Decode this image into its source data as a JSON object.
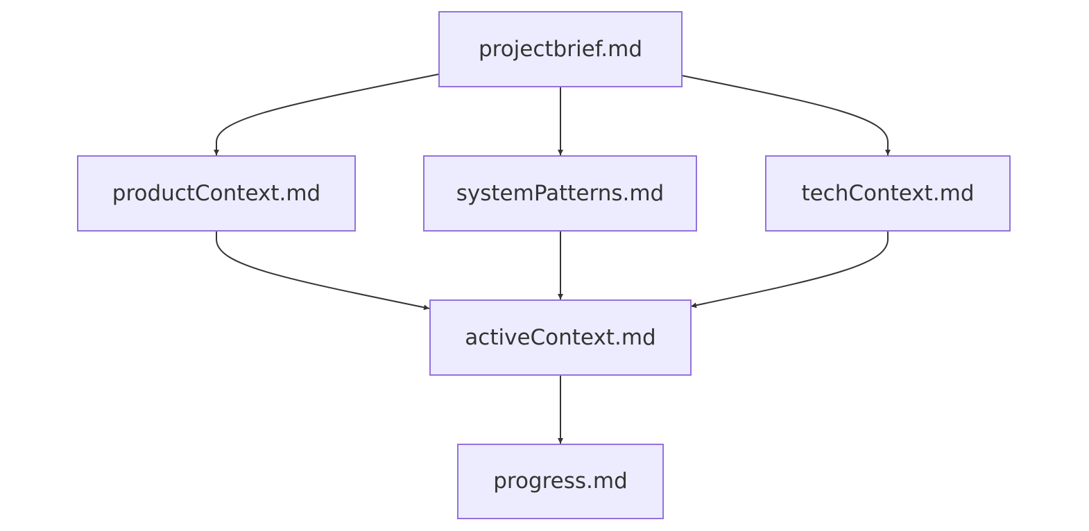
{
  "diagram": {
    "type": "flowchart",
    "nodes": [
      {
        "id": "projectbrief",
        "label": "projectbrief.md"
      },
      {
        "id": "productContext",
        "label": "productContext.md"
      },
      {
        "id": "systemPatterns",
        "label": "systemPatterns.md"
      },
      {
        "id": "techContext",
        "label": "techContext.md"
      },
      {
        "id": "activeContext",
        "label": "activeContext.md"
      },
      {
        "id": "progress",
        "label": "progress.md"
      }
    ],
    "edges": [
      {
        "from": "projectbrief",
        "to": "productContext"
      },
      {
        "from": "projectbrief",
        "to": "systemPatterns"
      },
      {
        "from": "projectbrief",
        "to": "techContext"
      },
      {
        "from": "productContext",
        "to": "activeContext"
      },
      {
        "from": "systemPatterns",
        "to": "activeContext"
      },
      {
        "from": "techContext",
        "to": "activeContext"
      },
      {
        "from": "activeContext",
        "to": "progress"
      }
    ],
    "colors": {
      "node_fill": "#ececfe",
      "node_border": "#9470db",
      "text": "#333333",
      "edge": "#333333"
    }
  }
}
